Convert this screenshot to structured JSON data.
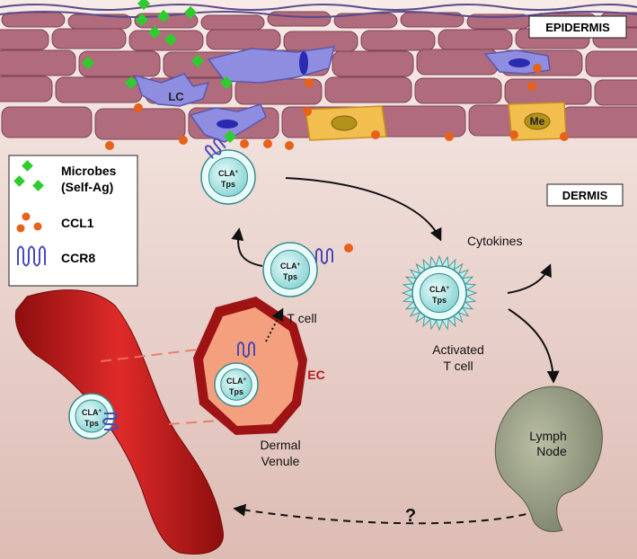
{
  "labels": {
    "epidermis": "EPIDERMIS",
    "dermis": "DERMIS",
    "lc": "LC",
    "me": "Me",
    "ec": "EC",
    "t_cell": "T cell",
    "cytokines": "Cytokines",
    "activated_line1": "Activated",
    "activated_line2": "T cell",
    "dermal_line1": "Dermal",
    "dermal_line2": "Venule",
    "lymph_line1": "Lymph",
    "lymph_line2": "Node",
    "question": "?"
  },
  "cell_label": {
    "line1": "CLA",
    "sup": "+",
    "line2": "Tps"
  },
  "legend": {
    "microbes_line1": "Microbes",
    "microbes_line2": "(Self-Ag)",
    "ccl1": "CCL1",
    "ccr8": "CCR8"
  },
  "colors": {
    "keratinocyte": "#b06b7c",
    "langerhans": "#8f8de0",
    "melanocyte": "#f2bf4e",
    "microbe": "#2ecc2e",
    "ccl1": "#e8611a",
    "ccr8": "#4a4ab8",
    "tcell_fill": "#bfeeee",
    "vessel": "#c81818",
    "venule_rim": "#9e1414",
    "venule_lumen": "#f4a07e",
    "lymph_node": "#9aa085",
    "ec_label": "#b31b1b"
  }
}
